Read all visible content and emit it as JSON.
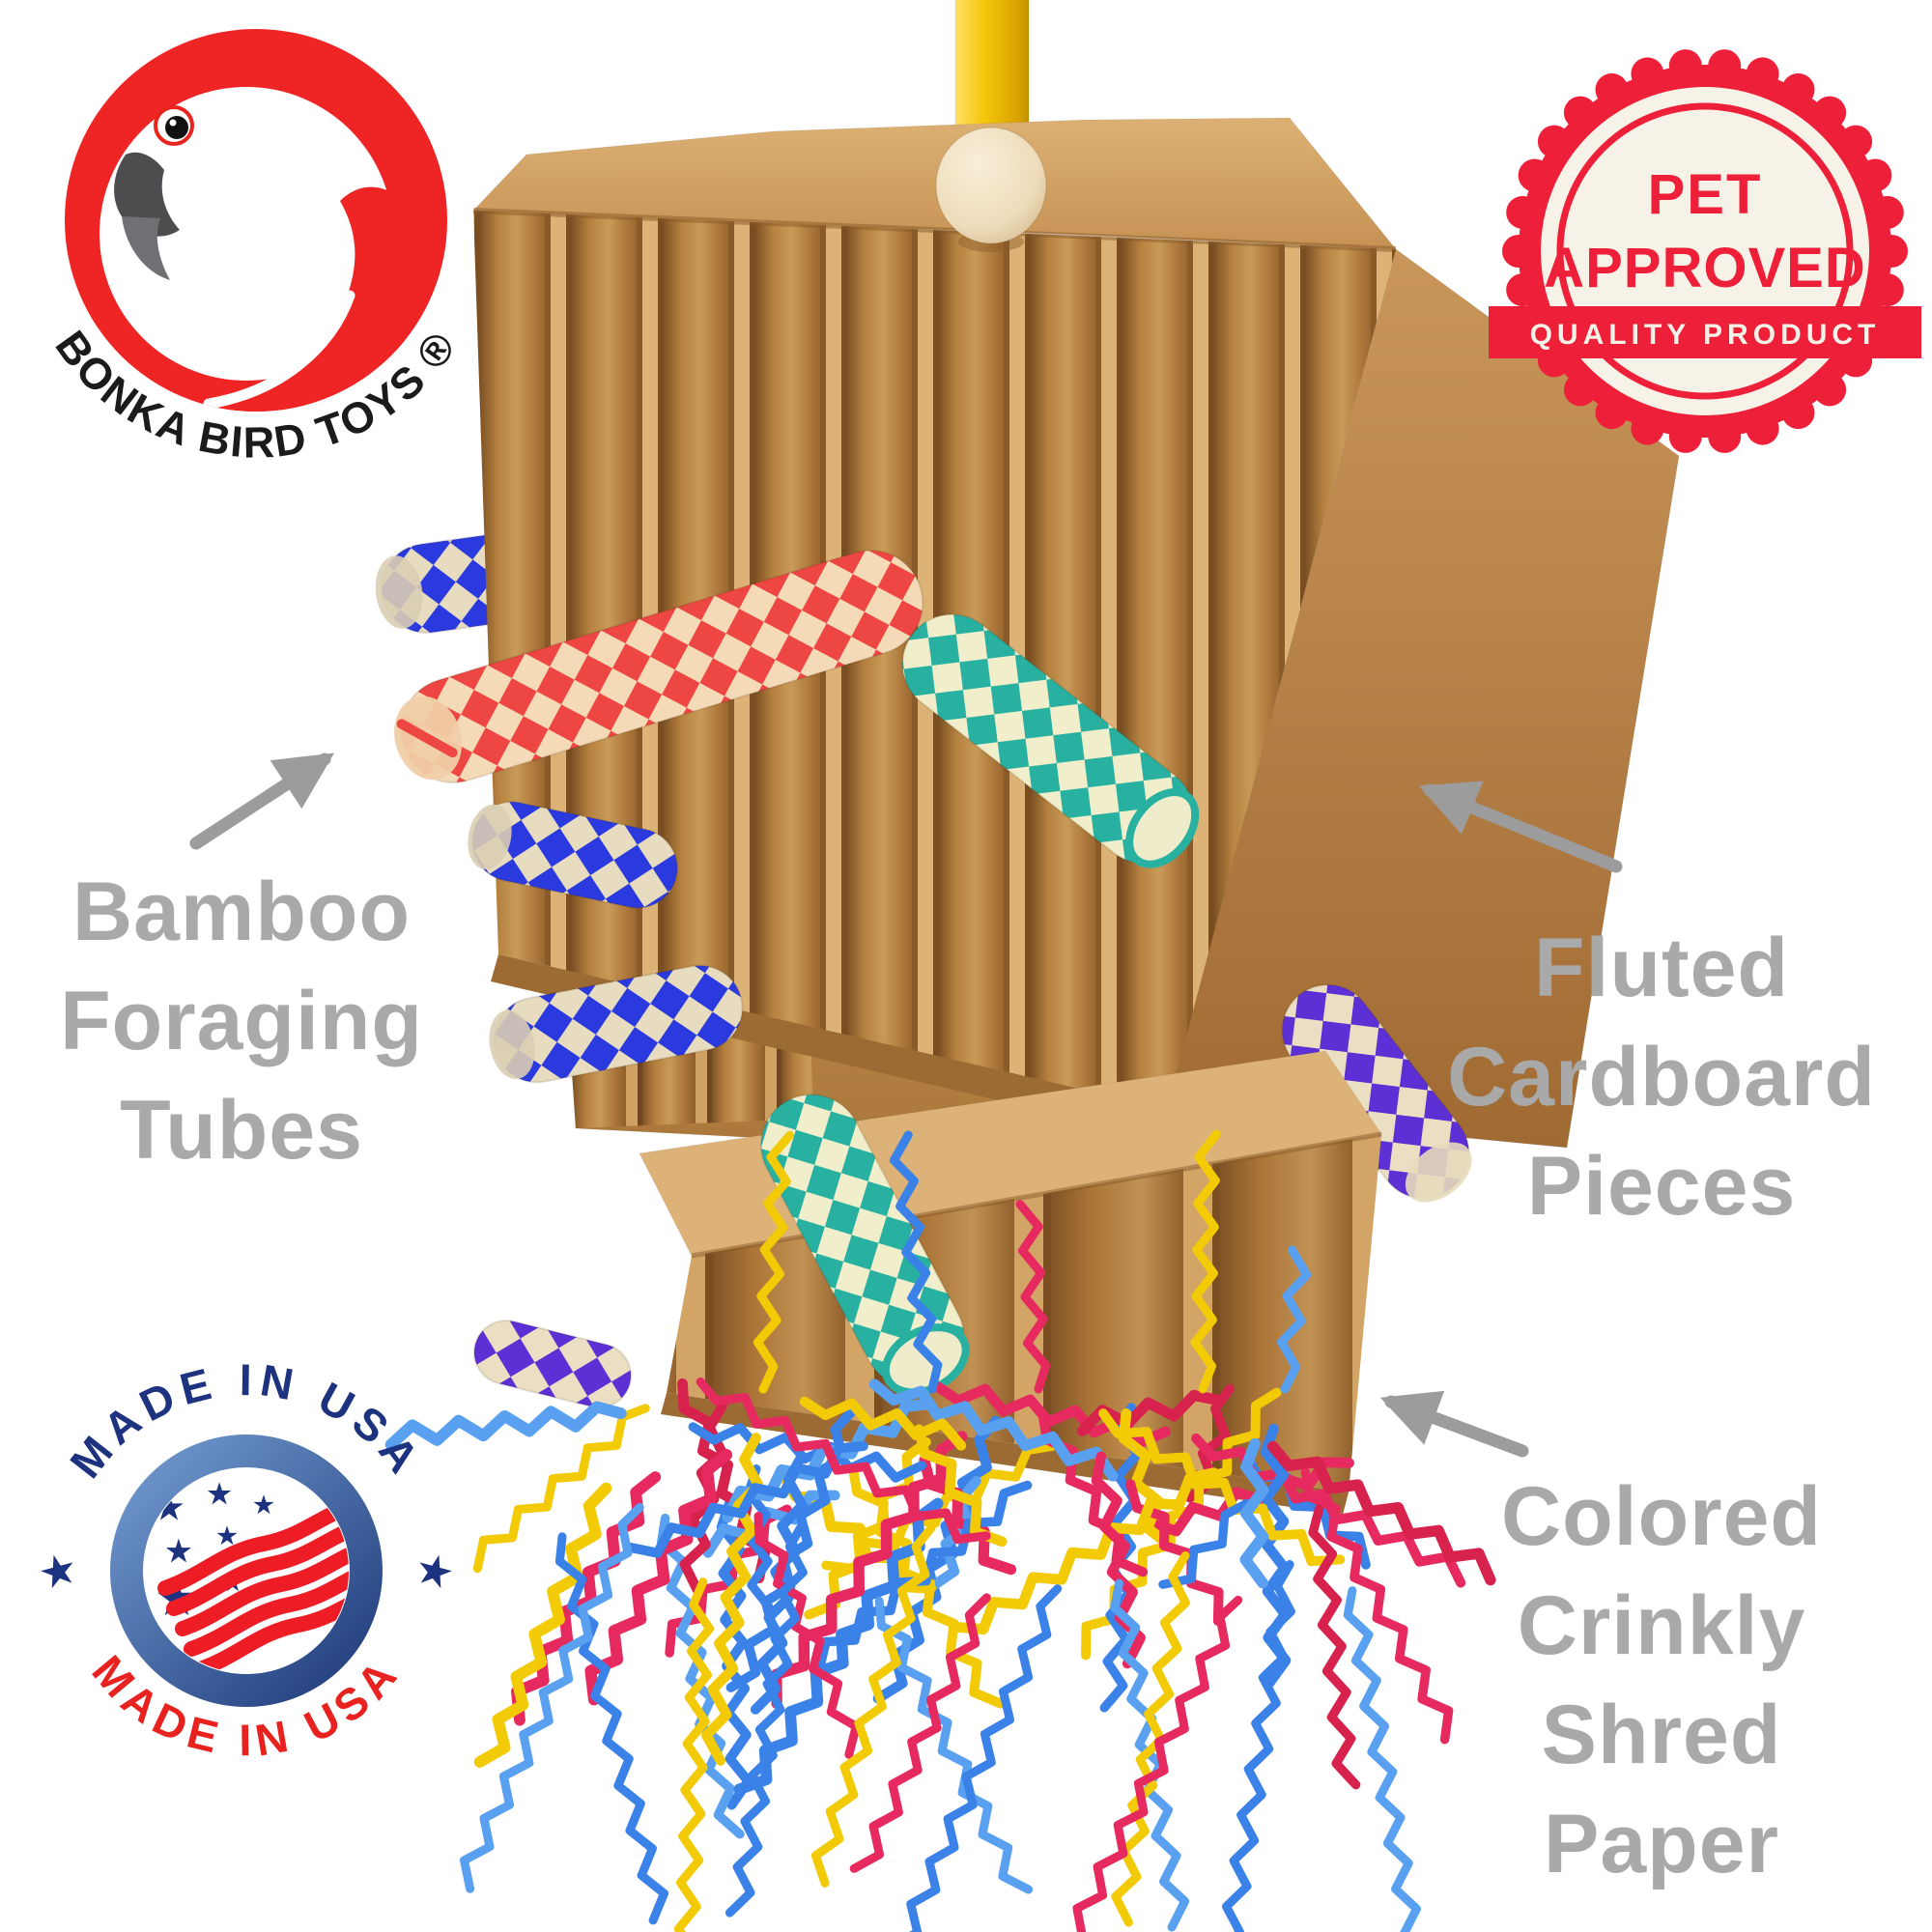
{
  "page": {
    "background": "#ffffff"
  },
  "brand": {
    "arc_text": "BONKA BIRD TOYS ®",
    "colors": {
      "red": "#ee2524",
      "beak_dark": "#4d4d4f",
      "beak_light": "#707174",
      "text": "#1b1b1b"
    }
  },
  "pet_badge": {
    "line1": "PET",
    "line2": "APPROVED",
    "banner": "QUALITY PRODUCT",
    "colors": {
      "red": "#ee2039",
      "cream": "#f7f2e7"
    }
  },
  "usa_badge": {
    "arc_top": "MADE IN USA",
    "arc_bottom": "MADE IN USA",
    "star_char": "★",
    "colors": {
      "navy": "#1d3380",
      "red": "#e8221f",
      "ring_light": "#6b93c9",
      "ring_dark": "#24407e",
      "stripe_red": "#ee1c25"
    }
  },
  "callouts": {
    "text_color": "#a9a9a9",
    "arrow_color": "#9c9c9c",
    "tubes": "Bamboo\nForaging\nTubes",
    "cardboard": "Fluted\nCardboard\nPieces",
    "shred": "Colored\nCrinkly\nShred\nPaper"
  },
  "figure": {
    "colors": {
      "cardboard_light": "#dcb074",
      "cardboard_mid": "#c89a58",
      "cardboard_dark": "#8f5e2b",
      "rod_yellow": "#f5c60a",
      "bead_cream": "#eedcba",
      "tube_blue": "#2b3ade",
      "tube_red": "#ee4743",
      "tube_teal": "#28b1a1",
      "tube_purple": "#5c30d4",
      "tube_cream": "#e7dcc0"
    },
    "shred_colors": [
      "#f2ca06",
      "#3b82e8",
      "#e62a5f",
      "#5aa0f0",
      "#d6224c",
      "#f2ca06",
      "#3b82e8",
      "#e62a5f"
    ]
  }
}
